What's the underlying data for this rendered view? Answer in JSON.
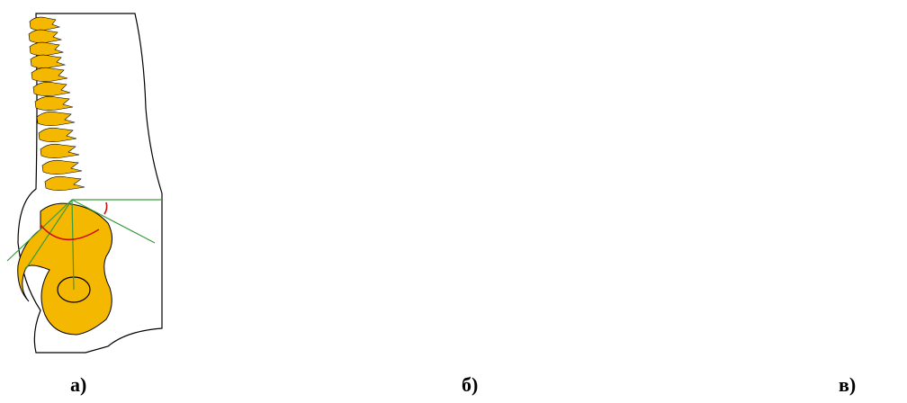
{
  "figure": {
    "captions": [
      "а)",
      "б)",
      "в)"
    ]
  },
  "colors": {
    "bone_fill": "#F5B800",
    "outline": "#000000",
    "line_a": "#3a9a3a",
    "line_b": "#6d6da8",
    "line_c": "#2d2dbf",
    "angle_arc": "#d01010"
  }
}
